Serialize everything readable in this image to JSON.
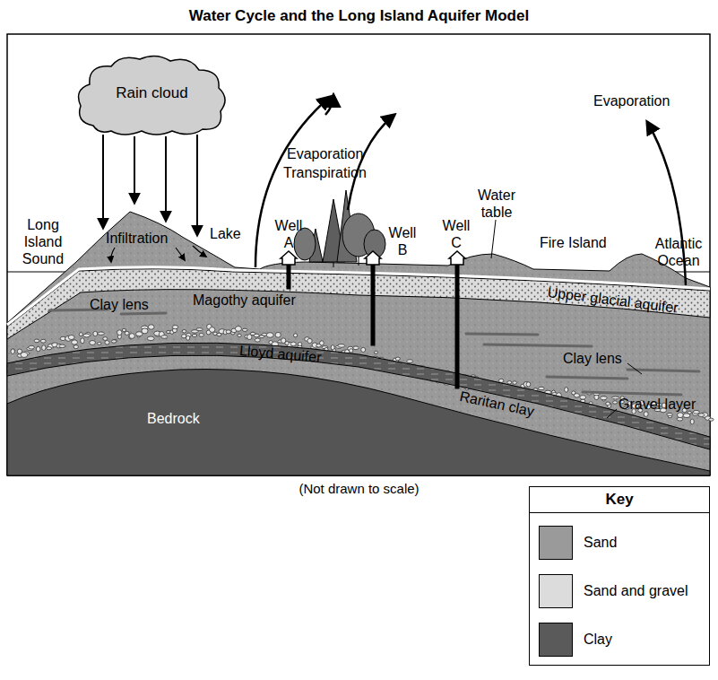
{
  "diagram": {
    "title": "Water Cycle and the Long Island Aquifer Model",
    "caption": "(Not drawn to scale)",
    "nodes": [
      {
        "text": [
          "Rain cloud"
        ]
      },
      {
        "text": [
          "Key"
        ]
      }
    ],
    "labels": [
      "Long Island Sound",
      "Infiltration",
      "Lake",
      "Evaporation",
      "Transpiration",
      "Well A",
      "Well B",
      "Well C",
      "Water table",
      "Fire Island",
      "Atlantic Ocean",
      "Evaporation",
      "Clay lens",
      "Magothy aquifer",
      "Upper glacial aquifer",
      "Lloyd aquifer",
      "Clay lens",
      "Raritan clay",
      "Gravel layer",
      "Bedrock"
    ],
    "legend": [
      {
        "text": "Sand",
        "color": "#9a9a9a"
      },
      {
        "text": "Sand and gravel",
        "color": "#dcdcdc"
      },
      {
        "text": "Clay",
        "color": "#5a5a5a"
      }
    ]
  }
}
